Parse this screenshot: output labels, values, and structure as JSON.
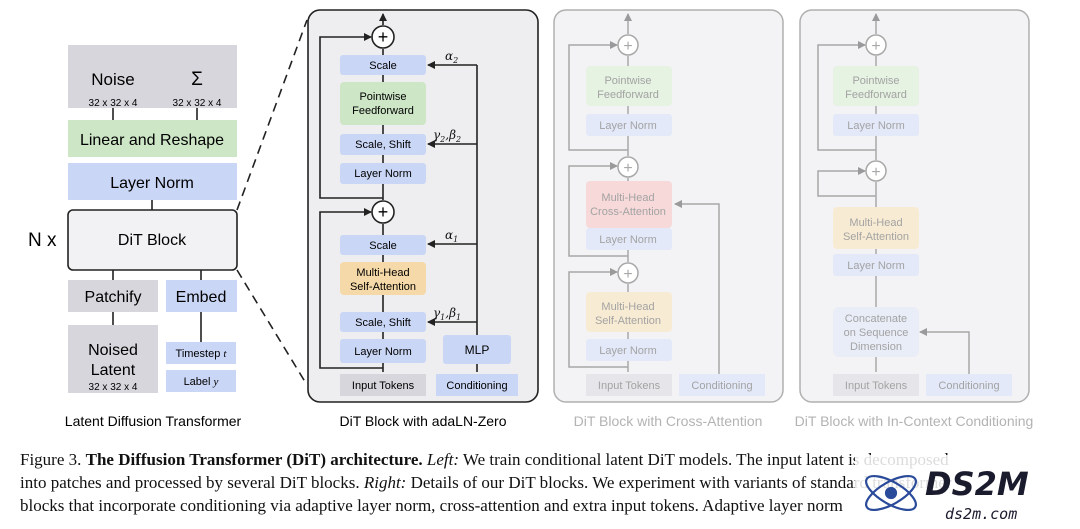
{
  "left": {
    "noise": {
      "label": "Noise",
      "dims": "32 x 32 x 4"
    },
    "sigma": {
      "label": "Σ",
      "dims": "32 x 32 x 4"
    },
    "linear_reshape": "Linear and Reshape",
    "layer_norm": "Layer Norm",
    "n_repeat": "N x",
    "dit_block": "DiT Block",
    "patchify": "Patchify",
    "embed": "Embed",
    "noised_latent": {
      "line1": "Noised",
      "line2": "Latent",
      "dims": "32 x 32 x 4"
    },
    "timestep": {
      "text": "Timestep ",
      "var": "t"
    },
    "label": {
      "text": "Label ",
      "var": "y"
    },
    "title": "Latent Diffusion Transformer"
  },
  "adaln": {
    "scale_top": "Scale",
    "ff_line1": "Pointwise",
    "ff_line2": "Feedforward",
    "scale_shift_top": "Scale, Shift",
    "layer_norm_top": "Layer Norm",
    "scale_bottom": "Scale",
    "attn_line1": "Multi-Head",
    "attn_line2": "Self-Attention",
    "scale_shift_bottom": "Scale, Shift",
    "layer_norm_bottom": "Layer Norm",
    "mlp": "MLP",
    "input_tokens": "Input Tokens",
    "conditioning": "Conditioning",
    "alpha2": {
      "base": "α",
      "sub": "2"
    },
    "gb2": {
      "g": "γ",
      "g_sub": "2",
      "sep": ",",
      "b": "β",
      "b_sub": "2"
    },
    "alpha1": {
      "base": "α",
      "sub": "1"
    },
    "gb1": {
      "g": "γ",
      "g_sub": "1",
      "sep": ",",
      "b": "β",
      "b_sub": "1"
    },
    "title": "DiT Block with adaLN-Zero",
    "plus": "+"
  },
  "cross": {
    "ff_line1": "Pointwise",
    "ff_line2": "Feedforward",
    "layer_norm_1": "Layer Norm",
    "ca_line1": "Multi-Head",
    "ca_line2": "Cross-Attention",
    "layer_norm_2": "Layer Norm",
    "sa_line1": "Multi-Head",
    "sa_line2": "Self-Attention",
    "layer_norm_3": "Layer Norm",
    "input_tokens": "Input Tokens",
    "conditioning": "Conditioning",
    "title": "DiT Block with Cross-Attention"
  },
  "incontext": {
    "ff_line1": "Pointwise",
    "ff_line2": "Feedforward",
    "layer_norm_1": "Layer Norm",
    "sa_line1": "Multi-Head",
    "sa_line2": "Self-Attention",
    "layer_norm_2": "Layer Norm",
    "concat_line1": "Concatenate",
    "concat_line2": "on Sequence",
    "concat_line3": "Dimension",
    "input_tokens": "Input Tokens",
    "conditioning": "Conditioning",
    "title": "DiT Block with In-Context Conditioning"
  },
  "caption": {
    "fig_num": "Figure 3. ",
    "title": "The Diffusion Transformer (DiT) architecture.",
    "left_label": "Left:",
    "line1_text": " We train conditional latent DiT models. The input latent is decomposed",
    "line2_a": "into patches and processed by several DiT blocks. ",
    "right_label": "Right:",
    "line2_b": " Details of our DiT blocks. We experiment with variants of standard transformer",
    "line3": "blocks that incorporate conditioning via adaptive layer norm, cross-attention and extra input tokens. Adaptive layer norm"
  },
  "watermark": {
    "brand": "DS2M",
    "site": "ds2m.com"
  },
  "colors": {
    "gray_box": "#d6d6dc",
    "green": "#cde6c6",
    "blue": "#cad6f5",
    "orange": "#f6d9a8",
    "red_faded": "#f7d9d9",
    "panel_bg": "#eeeef0",
    "line": "#222222",
    "faded_line": "#aaaaaa"
  }
}
